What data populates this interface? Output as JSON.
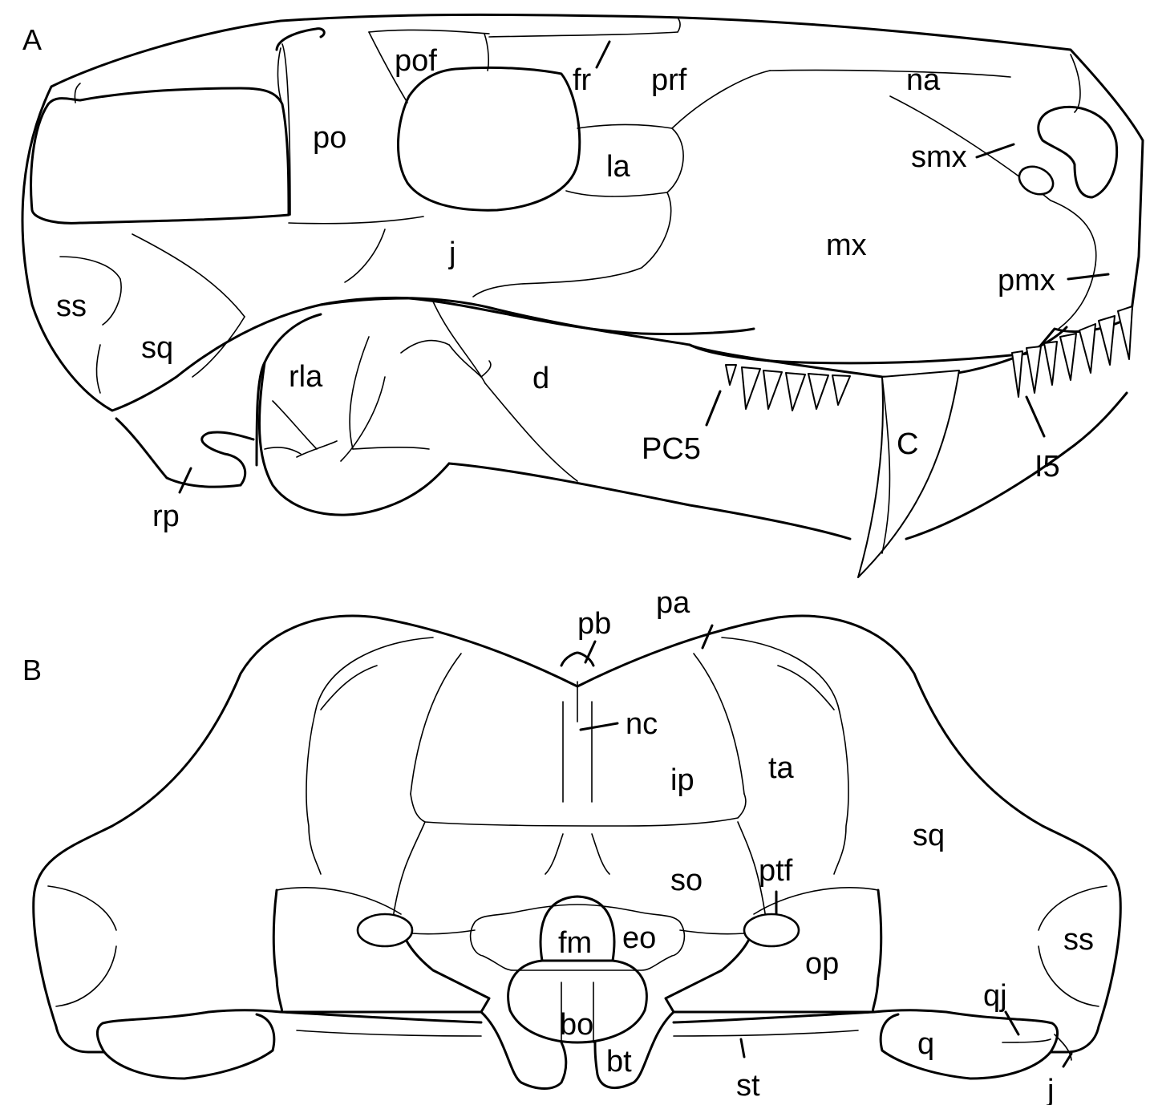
{
  "panels": [
    {
      "letter": "A",
      "labels": {
        "pof": "pof",
        "fr": "fr",
        "prf": "prf",
        "na": "na",
        "po": "po",
        "la": "la",
        "smx": "smx",
        "j": "j",
        "mx": "mx",
        "ss": "ss",
        "sq": "sq",
        "pmx": "pmx",
        "rla": "rla",
        "d": "d",
        "PC5": "PC5",
        "C": "C",
        "I5": "I5",
        "rp": "rp"
      }
    },
    {
      "letter": "B",
      "labels": {
        "pa": "pa",
        "pb": "pb",
        "nc": "nc",
        "ta": "ta",
        "ip": "ip",
        "sq": "sq",
        "ptf": "ptf",
        "so": "so",
        "fm": "fm",
        "eo": "eo",
        "ss": "ss",
        "op": "op",
        "qj": "qj",
        "bo": "bo",
        "q": "q",
        "bt": "bt",
        "st": "st",
        "j": "j"
      }
    }
  ]
}
